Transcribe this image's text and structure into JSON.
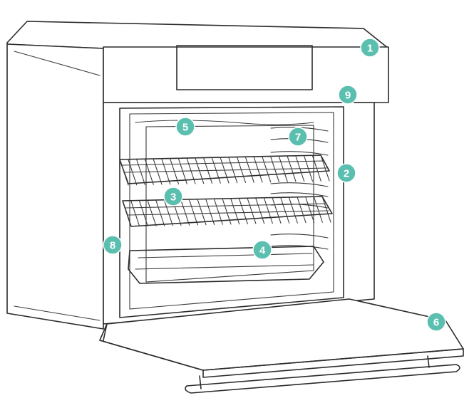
{
  "callout_color": "#5bbfb0",
  "callouts": [
    {
      "label": "1"
    },
    {
      "label": "2"
    },
    {
      "label": "3"
    },
    {
      "label": "4"
    },
    {
      "label": "5"
    },
    {
      "label": "6"
    },
    {
      "label": "7"
    },
    {
      "label": "8"
    },
    {
      "label": "9"
    }
  ]
}
